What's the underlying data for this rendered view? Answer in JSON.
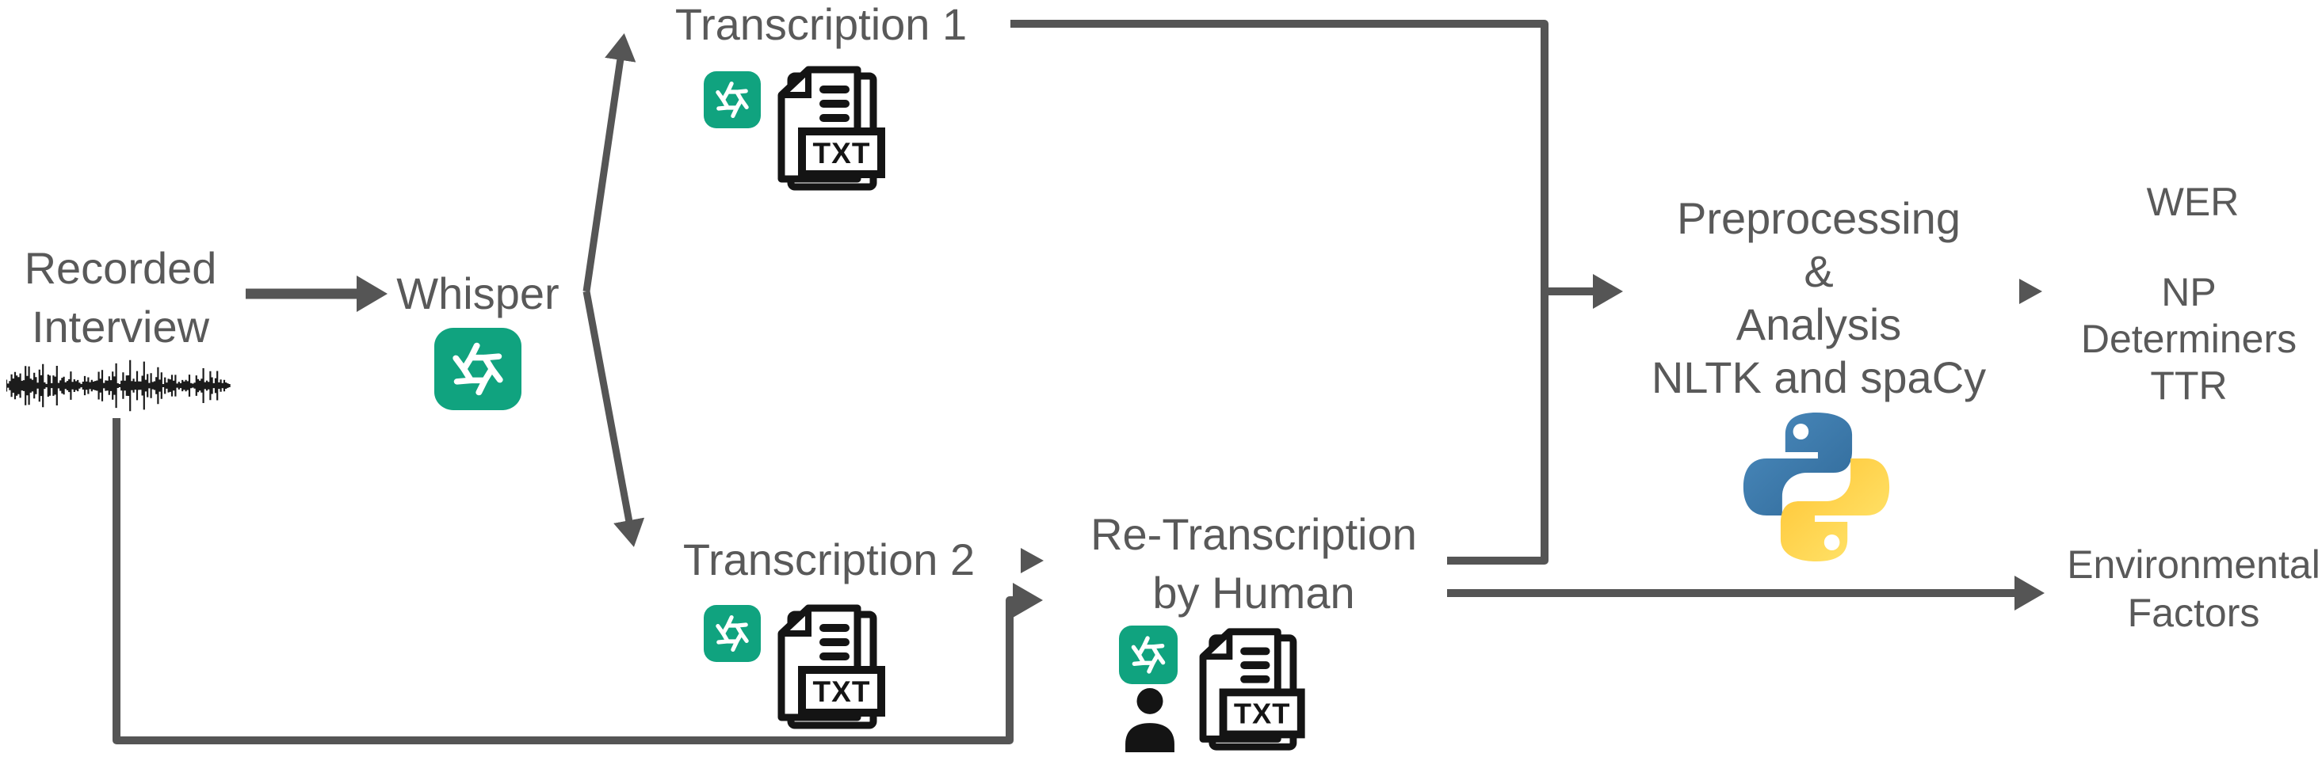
{
  "diagram": {
    "title_implicit": "Whisper transcription analysis pipeline",
    "nodes": {
      "recorded_interview": {
        "line1": "Recorded",
        "line2": "Interview"
      },
      "whisper": {
        "label": "Whisper"
      },
      "transcription_1": {
        "label": "Transcription 1"
      },
      "transcription_2": {
        "label": "Transcription 2"
      },
      "re_transcription": {
        "line1": "Re-Transcription",
        "line2": "by Human"
      },
      "preprocessing": {
        "line1": "Preprocessing",
        "line2": "&",
        "line3": "Analysis",
        "line4": "NLTK and spaCy"
      },
      "metrics_output": {
        "wer": "WER",
        "np": "NP",
        "determiners": "Determiners",
        "ttr": "TTR"
      },
      "environmental_output": {
        "line1": "Environmental",
        "line2": "Factors"
      }
    },
    "icons": {
      "txt_label": "TXT",
      "openai_logo": "openai-chatgpt-logo",
      "python_logo": "python-logo",
      "person": "person-icon",
      "waveform": "audio-waveform-icon"
    },
    "colors": {
      "text_gray": "#595959",
      "connector_gray": "#555555",
      "openai_green": "#10A37F",
      "python_blue": "#366B98",
      "python_yellow": "#FFD43B",
      "icon_black": "#141414",
      "background": "#ffffff"
    }
  }
}
